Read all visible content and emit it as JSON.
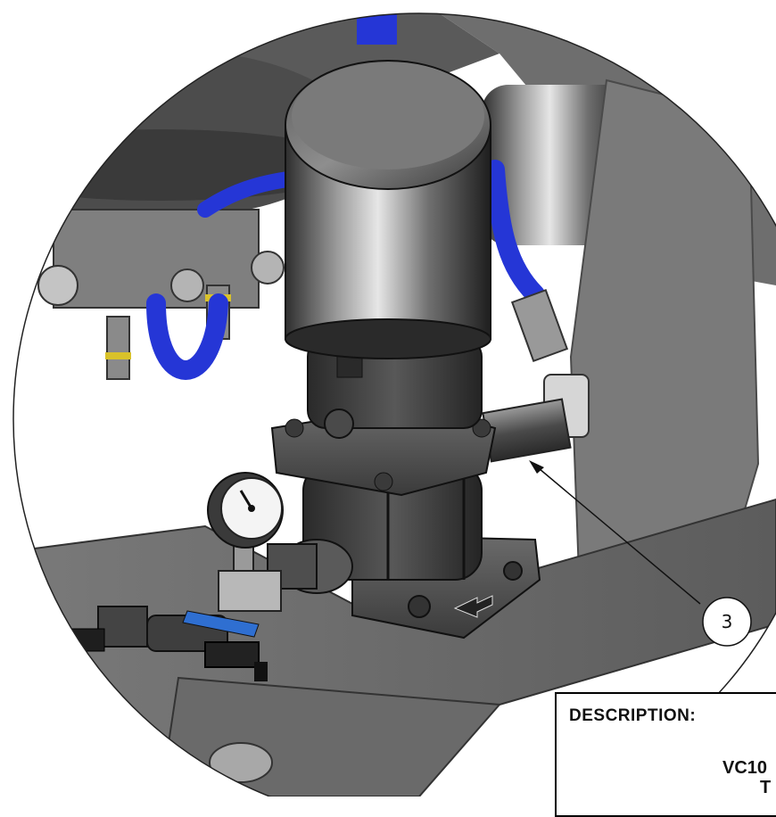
{
  "callout": {
    "number": "3"
  },
  "description_box": {
    "header": "DESCRIPTION:",
    "line1": "VC10",
    "line2": "T"
  },
  "colors": {
    "hose_blue": "#2536d6",
    "steel": "#8a8a8a",
    "dark_steel": "#3c3c3c",
    "valve_handle": "#2f6fd1",
    "gauge_face": "#f4f4f4"
  },
  "icons": [
    "flow-direction-arrow-icon",
    "pressure-gauge-icon"
  ]
}
